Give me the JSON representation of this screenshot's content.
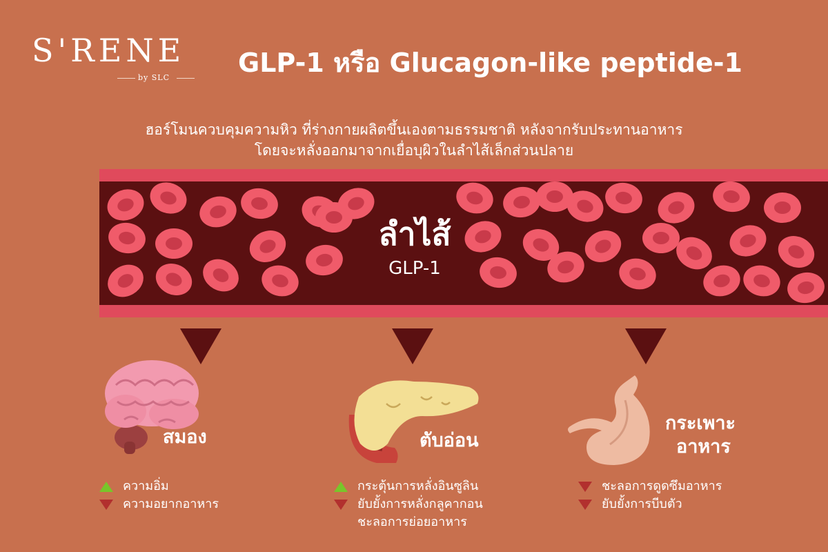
{
  "logo": {
    "name": "S'RENE",
    "sub": "by SLC"
  },
  "title": "GLP-1 หรือ Glucagon-like peptide-1",
  "intro": {
    "line1": "ฮอร์โมนควบคุมความหิว ที่ร่างกายผลิตขึ้นเองตามธรรมชาติ หลังจากรับประทานอาหาร",
    "line2": "โดยจะหลั่งออกมาจากเยื่อบุผิวในลำไส้เล็กส่วนปลาย"
  },
  "vessel": {
    "title": "ลำไส้",
    "subtitle": "GLP-1"
  },
  "colors": {
    "background": "#c8704e",
    "vessel_dark": "#5b1011",
    "vessel_wall": "#e04a5c",
    "cell": "#f05b6a",
    "increase": "#78c62a",
    "decrease": "#b2302e"
  },
  "organs": [
    {
      "name": "สมอง",
      "icon": "brain-icon",
      "effects": [
        {
          "text": "ความอิ่ม",
          "direction": "up"
        },
        {
          "text": "ความอยากอาหาร",
          "direction": "down"
        }
      ]
    },
    {
      "name": "ตับอ่อน",
      "icon": "pancreas-icon",
      "effects": [
        {
          "text": "กระตุ้นการหลั่งอินซูลิน",
          "direction": "up"
        },
        {
          "text": "ยับยั้งการหลั่งกลูคากอน",
          "direction": "down"
        },
        {
          "text": "ชะลอการย่อยอาหาร",
          "direction": "none"
        }
      ]
    },
    {
      "name_line1": "กระเพาะ",
      "name_line2": "อาหาร",
      "icon": "stomach-icon",
      "effects": [
        {
          "text": "ชะลอการดูดซึมอาหาร",
          "direction": "down"
        },
        {
          "text": "ยับยั้งการบีบตัว",
          "direction": "down"
        }
      ]
    }
  ]
}
